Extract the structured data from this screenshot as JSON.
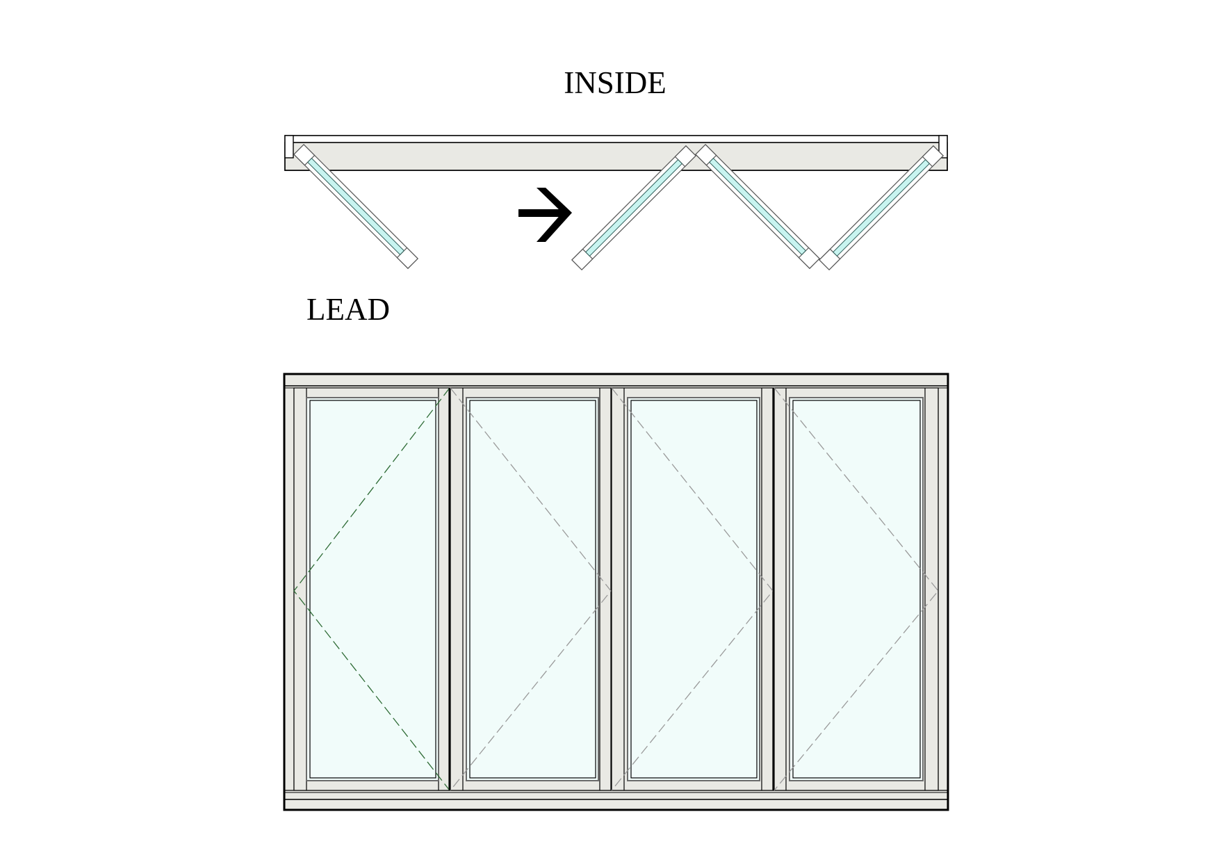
{
  "labels": {
    "inside": "INSIDE",
    "lead": "LEAD"
  },
  "colors": {
    "frame_fill": "#e9e9e4",
    "glass_plan": "#c8f4f0",
    "glass_elevation": "#f1fcfa",
    "outline": "#000000",
    "lead_swing_line": "#2e6b35",
    "swing_line": "#9a9a9a"
  },
  "plan_view": {
    "panel_count": 4,
    "fold_direction": "right",
    "direction_icon": "arrow-right-icon"
  },
  "elevation_view": {
    "panel_count": 4,
    "lead_panel_index": 0
  }
}
